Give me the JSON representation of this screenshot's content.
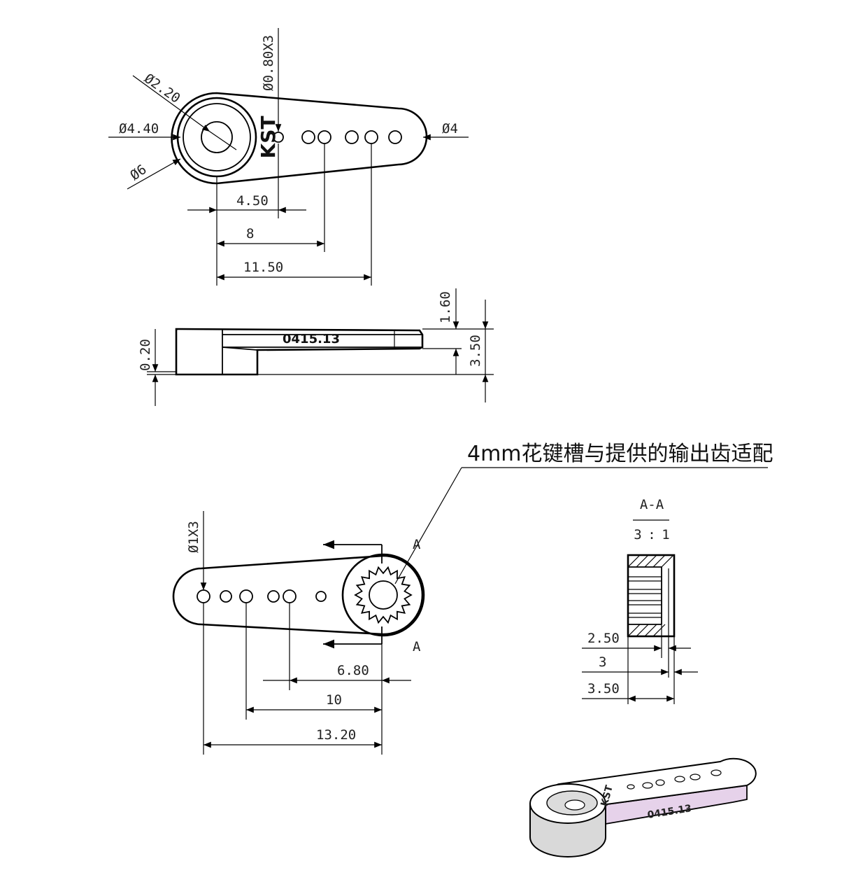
{
  "top_view": {
    "dia_2_20": "Ø2.20",
    "dia_0_80x3": "Ø0.80X3",
    "dia_4_40": "Ø4.40",
    "dia_6": "Ø6",
    "dia_4": "Ø4",
    "brand": "KST",
    "dim_4_50": "4.50",
    "dim_8": "8",
    "dim_11_50": "11.50"
  },
  "side_view": {
    "part_number": "0415.13",
    "dim_0_20": "0.20",
    "dim_1_60": "1.60",
    "dim_3_50": "3.50"
  },
  "bottom_view": {
    "note": "4mm花键槽与提供的输出齿适配",
    "section_label_top": "A",
    "section_label_bottom": "A",
    "dia_1x3": "Ø1X3",
    "dim_6_80": "6.80",
    "dim_10": "10",
    "dim_13_20": "13.20"
  },
  "section_view": {
    "title": "A-A",
    "scale_left": "3",
    "scale_sep": ":",
    "scale_right": "1",
    "dim_2_50": "2.50",
    "dim_3": "3",
    "dim_3_50": "3.50"
  },
  "iso_view": {
    "brand": "KST",
    "part_number": "0415.13"
  },
  "colors": {
    "line": "#000000",
    "iso_fill": "#e6d2ea",
    "iso_shade": "#d9d9d9"
  }
}
